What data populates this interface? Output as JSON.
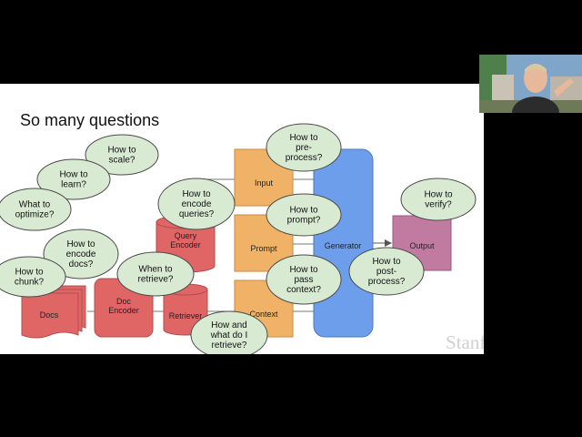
{
  "slide": {
    "title": "So many questions",
    "watermark": "Stanford"
  },
  "boxes": [
    {
      "id": "docs",
      "label": "Docs"
    },
    {
      "id": "doc-encoder",
      "label": "Doc\nEncoder"
    },
    {
      "id": "retriever",
      "label": "Retriever"
    },
    {
      "id": "query-encoder",
      "label": "Query\nEncoder"
    },
    {
      "id": "input",
      "label": "Input"
    },
    {
      "id": "prompt",
      "label": "Prompt"
    },
    {
      "id": "context",
      "label": "Context"
    },
    {
      "id": "generator",
      "label": "Generator"
    },
    {
      "id": "output",
      "label": "Output"
    }
  ],
  "questions": [
    {
      "id": "scale",
      "text": "How to\nscale?"
    },
    {
      "id": "learn",
      "text": "How to\nlearn?"
    },
    {
      "id": "optimize",
      "text": "What to\noptimize?"
    },
    {
      "id": "encode-docs",
      "text": "How to\nencode\ndocs?"
    },
    {
      "id": "chunk",
      "text": "How to\nchunk?"
    },
    {
      "id": "encode-queries",
      "text": "How to\nencode\nqueries?"
    },
    {
      "id": "when-retrieve",
      "text": "When to\nretrieve?"
    },
    {
      "id": "preprocess",
      "text": "How to\npre-\nprocess?"
    },
    {
      "id": "prompt-q",
      "text": "How to\nprompt?"
    },
    {
      "id": "pass-context",
      "text": "How to\npass\ncontext?"
    },
    {
      "id": "what-retrieve",
      "text": "How and\nwhat do I\nretrieve?"
    },
    {
      "id": "verify",
      "text": "How to\nverify?"
    },
    {
      "id": "postprocess",
      "text": "How to\npost-\nprocess?"
    }
  ],
  "colors": {
    "red_fill": "#e06666",
    "red_stroke": "#b34c4c",
    "orange_fill": "#f0b266",
    "orange_stroke": "#c88a40",
    "blue_fill": "#6d9eeb",
    "blue_stroke": "#4a78c0",
    "purple_fill": "#c27ba0",
    "purple_stroke": "#965a7c",
    "bubble_fill": "#d9ead3",
    "bubble_stroke": "#4a4a4a"
  }
}
